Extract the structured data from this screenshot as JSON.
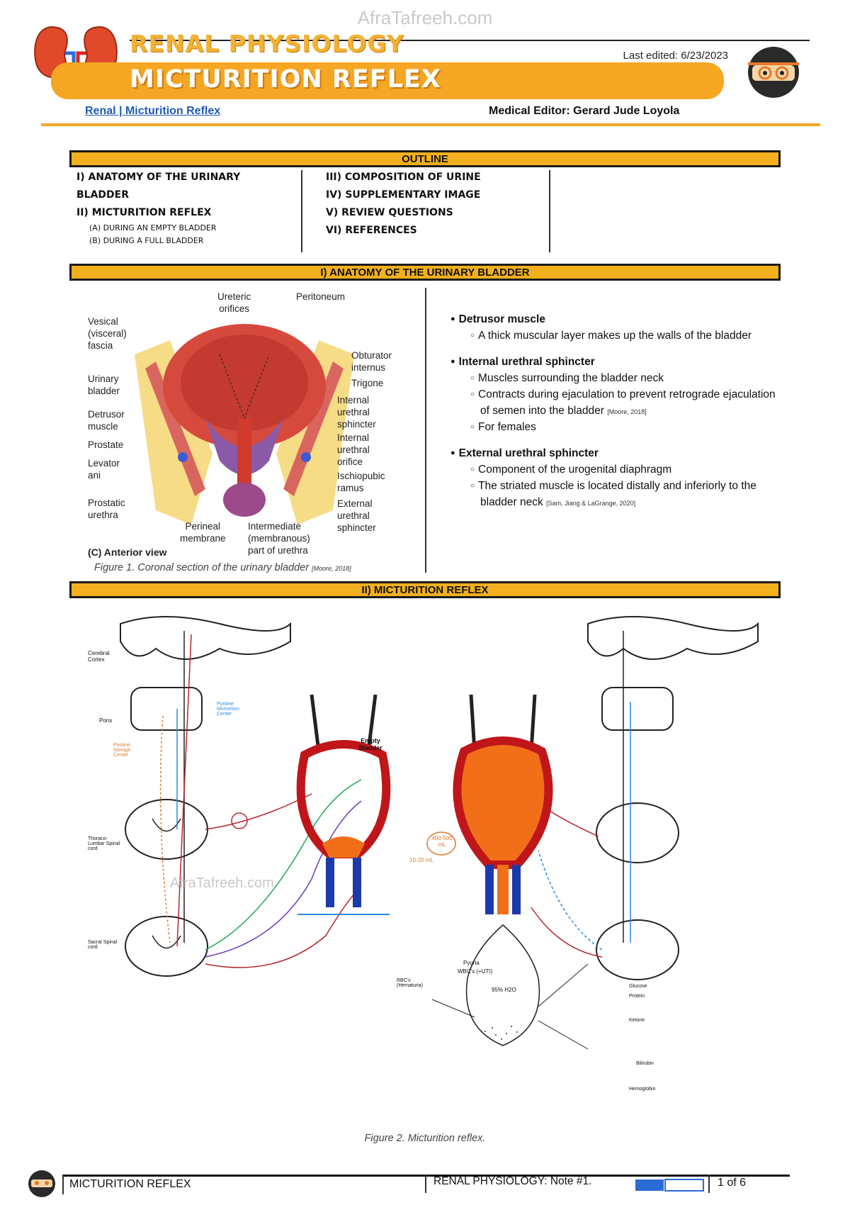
{
  "header": {
    "watermark": "AfraTafreeh.com",
    "category": "RENAL PHYSIOLOGY",
    "topic": "MICTURITION REFLEX",
    "last_edited": "Last edited: 6/23/2023",
    "video_link": "Renal | Micturition Reflex",
    "editor": "Medical Editor: Gerard Jude Loyola"
  },
  "outline": {
    "title": "OUTLINE",
    "col1": [
      "I) ANATOMY OF THE URINARY",
      "BLADDER",
      "II) MICTURITION REFLEX"
    ],
    "col1_sub": [
      "(A) DURING AN EMPTY BLADDER",
      "(B) DURING A FULL BLADDER"
    ],
    "col2": [
      "III) COMPOSITION OF URINE",
      "IV) SUPPLEMENTARY IMAGE",
      "V) REVIEW QUESTIONS",
      "VI) REFERENCES"
    ]
  },
  "section1": {
    "title": "I)  ANATOMY OF THE URINARY BLADDER",
    "labels": {
      "ureteric": "Ureteric",
      "orifices": "orifices",
      "peritoneum": "Peritoneum",
      "vesical1": "Vesical",
      "vesical2": "(visceral)",
      "vesical3": "fascia",
      "urinary1": "Urinary",
      "urinary2": "bladder",
      "detrusor1": "Detrusor",
      "detrusor2": "muscle",
      "prostate": "Prostate",
      "levator1": "Levator",
      "levator2": "ani",
      "prostatic1": "Prostatic",
      "prostatic2": "urethra",
      "perineal1": "Perineal",
      "perineal2": "membrane",
      "intermediate1": "Intermediate",
      "intermediate2": "(membranous)",
      "intermediate3": "part of urethra",
      "obturator1": "Obturator",
      "obturator2": "internus",
      "trigone": "Trigone",
      "ius1": "Internal",
      "ius2": "urethral",
      "ius3": "sphincter",
      "iuo1": "Internal",
      "iuo2": "urethral",
      "iuo3": "orifice",
      "ischio1": "Ischiopubic",
      "ischio2": "ramus",
      "eus1": "External",
      "eus2": "urethral",
      "eus3": "sphincter",
      "view": "(C) Anterior view"
    },
    "caption": "Figure 1. Coronal section of the urinary bladder",
    "caption_cite": "[Moore, 2018]",
    "bullets": [
      {
        "heading": "Detrusor muscle",
        "items": [
          "A thick muscular layer makes up the walls of the bladder"
        ]
      },
      {
        "heading": "Internal urethral sphincter",
        "items": [
          "Muscles surrounding the bladder neck",
          "Contracts during ejaculation to prevent retrograde ejaculation of semen into the bladder",
          "For females"
        ]
      },
      {
        "heading": "External urethral sphincter",
        "items": [
          "Component of the urogenital diaphragm",
          "The striated muscle is located distally and inferiorly to the bladder neck"
        ]
      }
    ],
    "cite1": "[Moore, 2018]",
    "cite2": "[Sam, Jiang & LaGrange, 2020]"
  },
  "section2": {
    "title": "II)  MICTURITION REFLEX",
    "watermark": "AfraTafreeh.com",
    "labels": {
      "cerebral": "Cerebral Cortex",
      "pons": "Pons",
      "pmc": "Pontine Micturition Center",
      "psc": "Pontine Storage Center",
      "thoraco": "Thoraco-Lumbar Spinal cord",
      "sacral": "Sacral Spinal cord",
      "empty": "Empty Bladder",
      "ml": "10-20 mL",
      "volume": "400-500 mL",
      "pyuria": "Pyuria",
      "wbc": "WBC's (+UTI)",
      "water": "95% H2O",
      "rbc": "RBC's (Hematuria)",
      "glucose": "Glucose",
      "protein": "Protein",
      "ketone": "Ketone",
      "bilirubin": "Bilirubin",
      "hemoglobin": "Hemoglobin"
    },
    "caption": "Figure 2. Micturition reflex."
  },
  "footer": {
    "left": "MICTURITION REFLEX",
    "middle": "RENAL PHYSIOLOGY: Note #1.",
    "page": "1 of 6"
  },
  "colors": {
    "accent": "#f5a623",
    "section_bar": "#f2b01e",
    "detrusor_red": "#c0161a",
    "urine_orange": "#f26f1a",
    "sphincter_blue": "#1c3aa9"
  }
}
